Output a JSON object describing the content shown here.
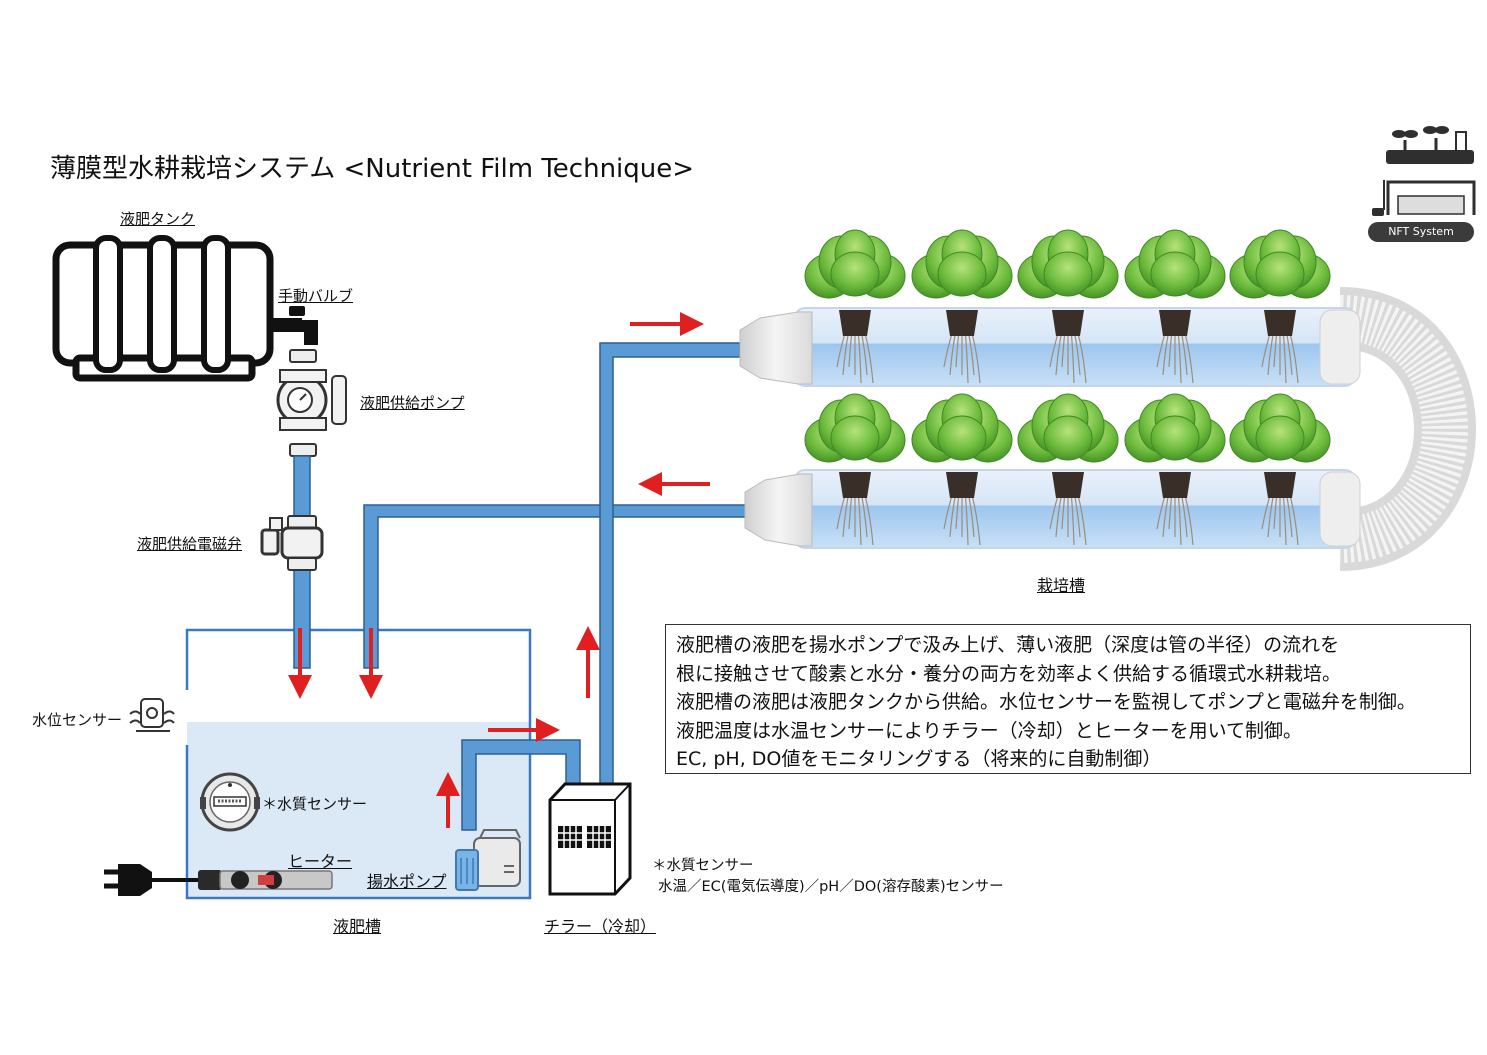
{
  "title": "薄膜型水耕栽培システム <Nutrient Film Technique>",
  "badge": {
    "label": "NFT System",
    "icon": "nft-system-icon"
  },
  "labels": {
    "tank": "液肥タンク",
    "manual_valve": "手動バルブ",
    "supply_pump": "液肥供給ポンプ",
    "solenoid_valve": "液肥供給電磁弁",
    "level_sensor": "水位センサー",
    "quality_sensor": "＊水質センサー",
    "heater": "ヒーター",
    "lift_pump": "揚水ポンプ",
    "reservoir": "液肥槽",
    "chiller": "チラー（冷却）",
    "channel": "栽培槽"
  },
  "sensor_note": {
    "title": "＊水質センサー",
    "detail": "水温／EC(電気伝導度)／pH／DO(溶存酸素)センサー"
  },
  "description": [
    "液肥槽の液肥を揚水ポンプで汲み上げ、薄い液肥（深度は管の半径）の流れを",
    "根に接触させて酸素と水分・養分の両方を効率よく供給する循環式水耕栽培。",
    "液肥槽の液肥は液肥タンクから供給。水位センサーを監視してポンプと電磁弁を制御。",
    "液肥温度は水温センサーによりチラー（冷却）とヒーターを用いて制御。",
    "EC, pH, DO値をモニタリングする（将来的に自動制御）"
  ],
  "colors": {
    "pipe": "#5b9bd5",
    "pipe_stroke": "#2e5f95",
    "arrow": "#e02020",
    "water": "#dbe8f6",
    "tank_border": "#3a77c4",
    "leaf": "#5fae3a"
  }
}
